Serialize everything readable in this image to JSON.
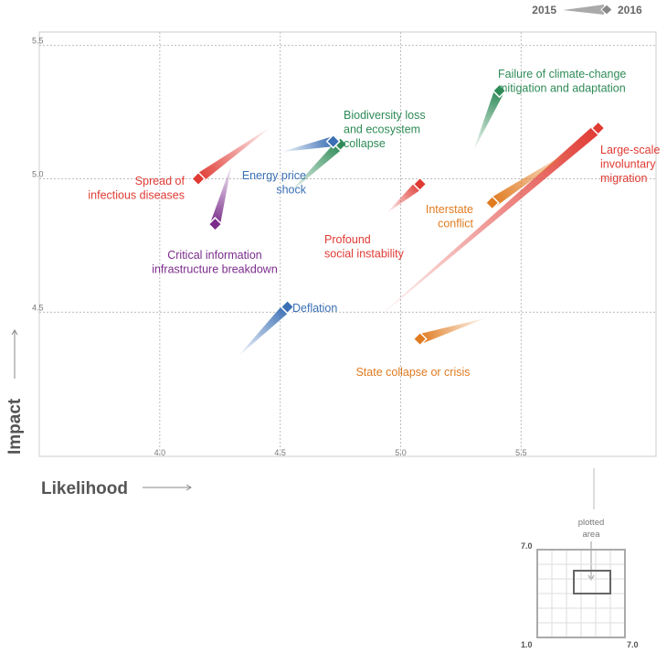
{
  "chart_data": {
    "type": "scatter",
    "xlabel": "Likelihood",
    "ylabel": "Impact",
    "xlim": [
      3.5,
      6.06
    ],
    "ylim": [
      3.96,
      5.55
    ],
    "x_ticks": [
      "4.0",
      "4.5",
      "5.0",
      "5.5"
    ],
    "y_ticks": [
      "4.5",
      "5.0",
      "5.5"
    ],
    "grid": true,
    "legend": {
      "from_label": "2015",
      "to_label": "2016",
      "placement": "top-right"
    },
    "points": [
      {
        "name": "Failure of climate-change mitigation and adaptation",
        "lines": [
          "Failure of climate-change",
          "mitigation and adaptation"
        ],
        "x2015": 5.3,
        "y2015": 5.1,
        "x2016": 5.41,
        "y2016": 5.33,
        "color": "#2e8b57"
      },
      {
        "name": "Biodiversity loss and ecosystem collapse",
        "lines": [
          "Biodiversity loss",
          "and ecosystem",
          "collapse"
        ],
        "x2015": 4.53,
        "y2015": 4.94,
        "x2016": 4.75,
        "y2016": 5.13,
        "color": "#2e8b57"
      },
      {
        "name": "Energy price shock",
        "lines": [
          "Energy price",
          "shock"
        ],
        "x2015": 4.5,
        "y2015": 5.1,
        "x2016": 4.72,
        "y2016": 5.14,
        "color": "#3a6fb5"
      },
      {
        "name": "Spread of infectious diseases",
        "lines": [
          "Spread of",
          "infectious diseases"
        ],
        "x2015": 4.47,
        "y2015": 5.2,
        "x2016": 4.16,
        "y2016": 5.0,
        "color": "#e03a33"
      },
      {
        "name": "Critical information infrastructure breakdown",
        "lines": [
          "Critical information",
          "infrastructure breakdown"
        ],
        "x2015": 4.3,
        "y2015": 5.06,
        "x2016": 4.23,
        "y2016": 4.83,
        "color": "#7b2d8b"
      },
      {
        "name": "Large-scale involuntary migration",
        "lines": [
          "Large-scale",
          "involuntary",
          "migration"
        ],
        "x2015": 4.88,
        "y2015": 4.46,
        "x2016": 5.82,
        "y2016": 5.19,
        "color": "#e03a33"
      },
      {
        "name": "Interstate conflict",
        "lines": [
          "Interstate",
          "conflict"
        ],
        "x2015": 5.75,
        "y2015": 5.13,
        "x2016": 5.38,
        "y2016": 4.91,
        "color": "#e07b20"
      },
      {
        "name": "Profound social instability",
        "lines": [
          "Profound",
          "social instability"
        ],
        "x2015": 4.94,
        "y2015": 4.87,
        "x2016": 5.08,
        "y2016": 4.98,
        "color": "#e03a33"
      },
      {
        "name": "Deflation",
        "lines": [
          "Deflation"
        ],
        "x2015": 4.32,
        "y2015": 4.33,
        "x2016": 4.53,
        "y2016": 4.52,
        "color": "#3a6fb5"
      },
      {
        "name": "State collapse or crisis",
        "lines": [
          "State collapse or crisis"
        ],
        "x2015": 5.36,
        "y2015": 4.48,
        "x2016": 5.08,
        "y2016": 4.4,
        "color": "#e07b20"
      }
    ],
    "inset": {
      "caption_lines": [
        "plotted",
        "area"
      ],
      "axis_min_label": "1.0",
      "axis_max_label": "7.0",
      "y_max_label": "7.0"
    }
  }
}
